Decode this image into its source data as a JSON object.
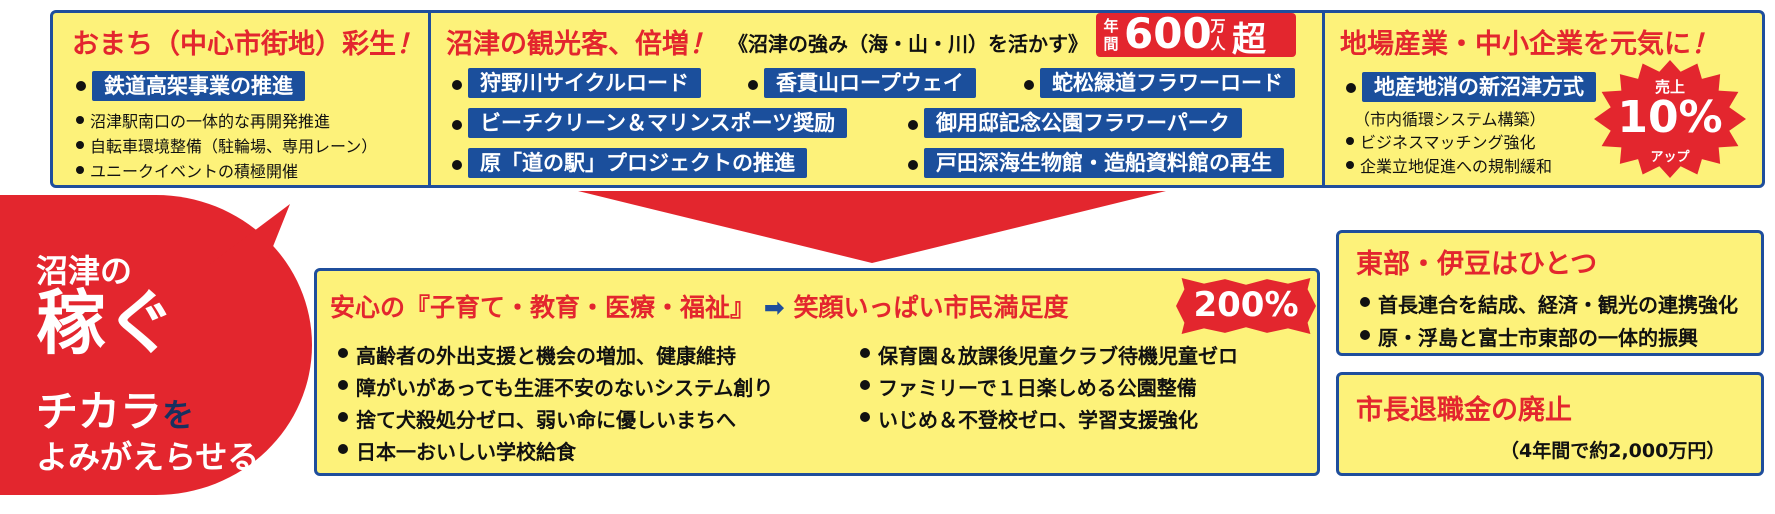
{
  "colors": {
    "navy": "#1f4e9c",
    "red": "#e3262e",
    "yellow": "#fdf27a",
    "white": "#ffffff"
  },
  "omachi": {
    "title": "おまち（中心市街地）彩生",
    "exclaim": "！",
    "pill": "鉄道高架事業の推進",
    "items": [
      "沼津駅南口の一体的な再開発推進",
      "自転車環境整備（駐輪場、専用レーン）",
      "ユニークイベントの積極開催"
    ]
  },
  "tourism": {
    "title": "沼津の観光客、倍増",
    "exclaim": "！",
    "subtitle": "《沼津の強み（海・山・川）を活かす》",
    "badge_prefix_top": "年",
    "badge_prefix_bottom": "間",
    "badge_number": "600",
    "badge_unit_top": "万",
    "badge_unit_bottom": "人",
    "badge_suffix": "超",
    "pills": [
      "狩野川サイクルロード",
      "香貫山ロープウェイ",
      "蛇松緑道フラワーロード",
      "ビーチクリーン＆マリンスポーツ奨励",
      "御用邸記念公園フラワーパーク",
      "原「道の駅」プロジェクトの推進",
      "戸田深海生物館・造船資料館の再生"
    ]
  },
  "industry": {
    "title": "地場産業・中小企業を元気に",
    "exclaim": "！",
    "pill": "地産地消の新沼津方式",
    "sub": "（市内循環システム構築）",
    "items": [
      "ビジネスマッチング強化",
      "企業立地促進への規制緩和"
    ],
    "burst_top": "売上",
    "burst_value": "10%",
    "burst_bottom": "アップ"
  },
  "slogan": {
    "line1": "沼津の",
    "line2": "稼ぐ",
    "line3": "チカラ",
    "line3_particle": "を",
    "line4": "よみがえらせる"
  },
  "welfare": {
    "title_red_1": "安心の『",
    "title_black": "子育て・教育・医療・福祉",
    "title_red_2": "』",
    "arrow": "➡",
    "title_right": "笑顔いっぱい市民満足度",
    "badge": "200%",
    "left_items": [
      "高齢者の外出支援と機会の増加、健康維持",
      "障がいがあっても生涯不安のないシステム創り",
      "捨て犬殺処分ゼロ、弱い命に優しいまちへ",
      "日本一おいしい学校給食"
    ],
    "right_items": [
      "保育園＆放課後児童クラブ待機児童ゼロ",
      "ファミリーで１日楽しめる公園整備",
      "いじめ＆不登校ゼロ、学習支援強化"
    ]
  },
  "east_izu": {
    "title": "東部・伊豆はひとつ",
    "items": [
      "首長連合を結成、経済・観光の連携強化",
      "原・浮島と富士市東部の一体的振興"
    ]
  },
  "retirement": {
    "title": "市長退職金の廃止",
    "note": "（4年間で約2,000万円）"
  }
}
